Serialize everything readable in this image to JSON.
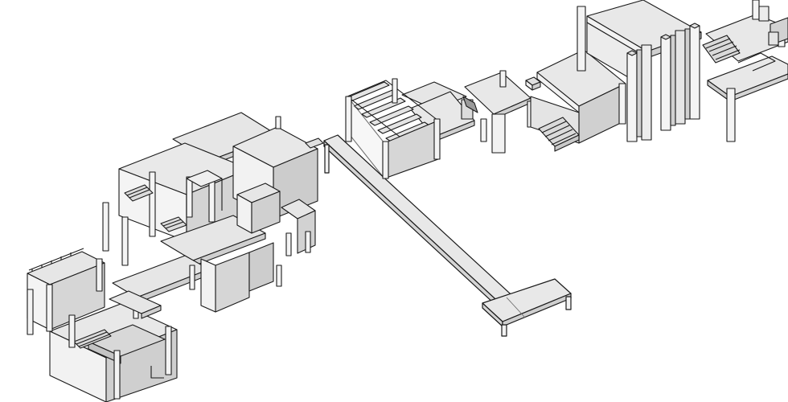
{
  "view": {
    "type": "isometric architectural massing model",
    "style": "white model, grey tones, black outlines",
    "text_labels": []
  },
  "colors": {
    "background": "#ffffff",
    "outline": "#1a1a1a",
    "top_face": "#e8e8e8",
    "left_face": "#f4f4f4",
    "right_face": "#d2d2d2",
    "shadow_face": "#bdbdbd"
  },
  "components": [
    "left-building-cluster",
    "courtyard-block",
    "long-bridge-walkway",
    "middle-pergola-structure",
    "central-pavilion-with-stairs",
    "tall-column-tower",
    "right-edge-structure"
  ]
}
